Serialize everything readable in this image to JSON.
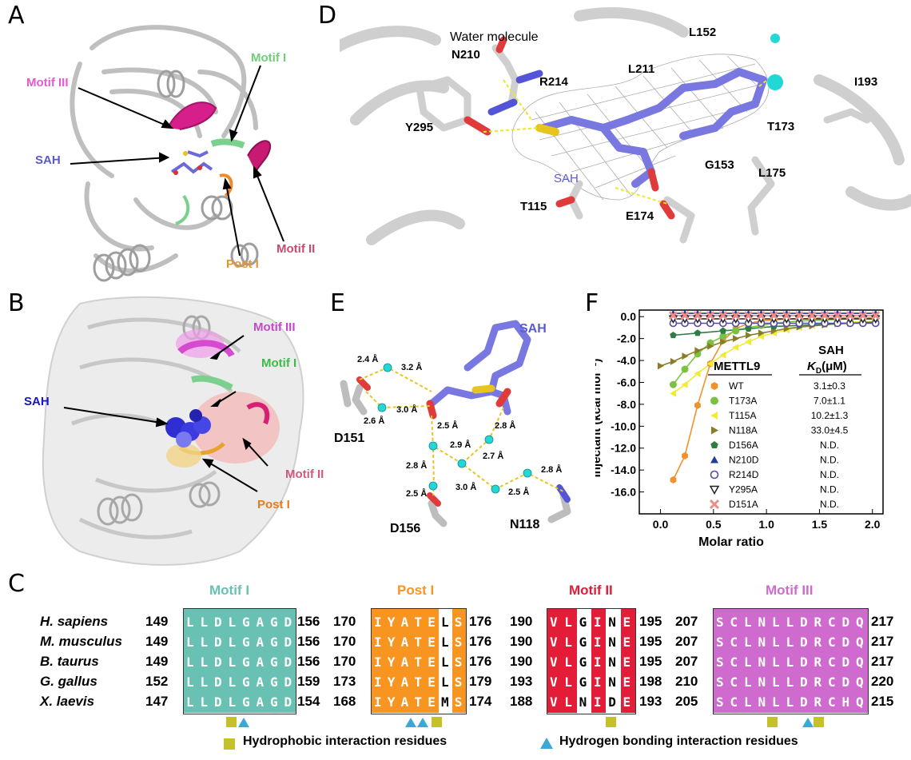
{
  "panels": {
    "a": "A",
    "b": "B",
    "c": "C",
    "d": "D",
    "e": "E",
    "f": "F"
  },
  "panelA": {
    "motif3": "Motif III",
    "motif1": "Motif I",
    "sah": "SAH",
    "motif2": "Motif II",
    "post1": "Post I"
  },
  "panelB": {
    "motif3": "Motif III",
    "motif1": "Motif I",
    "sah": "SAH",
    "motif2": "Motif II",
    "post1": "Post I"
  },
  "panelD": {
    "water": "Water molecule",
    "labels": {
      "n210": "N210",
      "l152": "L152",
      "r214": "R214",
      "l211": "L211",
      "y295": "Y295",
      "i193": "I193",
      "t173": "T173",
      "sah": "SAH",
      "g153": "G153",
      "l175": "L175",
      "t115": "T115",
      "e174": "E174"
    }
  },
  "panelE": {
    "sah": "SAH",
    "d151": "D151",
    "d156": "D156",
    "n118": "N118",
    "distances": {
      "d1": "2.4 Å",
      "d2": "3.2 Å",
      "d3": "3.0 Å",
      "d4": "2.6 Å",
      "d5": "2.5 Å",
      "d6": "2.8 Å",
      "d7": "2.9 Å",
      "d8": "2.7 Å",
      "d9": "2.8 Å",
      "d10": "2.5 Å",
      "d11": "3.0 Å",
      "d12": "2.5 Å",
      "d13": "2.8 Å"
    }
  },
  "panelF": {
    "ylabel": "Injectant (kcal mol⁻¹)",
    "xlabel": "Molar ratio",
    "legend_title_left": "METTL9",
    "legend_title_right_top": "SAH",
    "legend_title_right_k": "K",
    "legend_title_right_sub": "D",
    "legend_title_right_unit": "(μM)",
    "legend": [
      {
        "name": "WT",
        "value": "3.1±0.3",
        "color": "#f0922b",
        "marker": "hexagon"
      },
      {
        "name": "T173A",
        "value": "7.0±1.1",
        "color": "#7cc242",
        "marker": "circle"
      },
      {
        "name": "T115A",
        "value": "10.2±1.3",
        "color": "#f2ea3a",
        "marker": "triangle-left"
      },
      {
        "name": "N118A",
        "value": "33.0±4.5",
        "color": "#8a7d2a",
        "marker": "triangle-right"
      },
      {
        "name": "D156A",
        "value": "N.D.",
        "color": "#2e7d46",
        "marker": "pentagon"
      },
      {
        "name": "N210D",
        "value": "N.D.",
        "color": "#1f3d99",
        "marker": "triangle-up"
      },
      {
        "name": "R214D",
        "value": "N.D.",
        "color": "#5a4a9c",
        "marker": "open-circle"
      },
      {
        "name": "Y295A",
        "value": "N.D.",
        "color": "#222222",
        "marker": "open-triangle-down"
      },
      {
        "name": "D151A",
        "value": "N.D.",
        "color": "#e88f8a",
        "marker": "x"
      }
    ]
  },
  "chart_data": {
    "type": "scatter",
    "xlabel": "Molar ratio",
    "ylabel": "Injectant (kcal mol⁻¹)",
    "xlim": [
      -0.2,
      2.1
    ],
    "ylim": [
      -18,
      0.6
    ],
    "xticks": [
      "0.0",
      "0.5",
      "1.0",
      "1.5",
      "2.0"
    ],
    "yticks": [
      "0.0",
      "-2.0",
      "-4.0",
      "-6.0",
      "-8.0",
      "-10.0",
      "-12.0",
      "-14.0",
      "-16.0"
    ],
    "series": [
      {
        "name": "WT",
        "color": "#f0922b",
        "x": [
          0.12,
          0.23,
          0.35,
          0.47,
          0.59,
          0.71,
          0.83,
          0.95,
          1.07,
          1.19,
          1.31,
          1.43,
          1.55,
          1.67,
          1.79,
          1.91,
          2.03
        ],
        "y": [
          -14.9,
          -12.7,
          -8.1,
          -4.3,
          -2.2,
          -1.1,
          -0.6,
          -0.4,
          -0.3,
          -0.2,
          -0.2,
          -0.15,
          -0.1,
          -0.1,
          -0.1,
          -0.1,
          -0.1
        ]
      },
      {
        "name": "T173A",
        "color": "#7cc242",
        "x": [
          0.12,
          0.23,
          0.35,
          0.47,
          0.59,
          0.71,
          0.83,
          0.95,
          1.07,
          1.19,
          1.31,
          1.43,
          1.55,
          1.67,
          1.79,
          1.91,
          2.03
        ],
        "y": [
          -6.2,
          -4.8,
          -3.4,
          -2.4,
          -1.8,
          -1.3,
          -1.0,
          -0.8,
          -0.6,
          -0.5,
          -0.4,
          -0.35,
          -0.3,
          -0.25,
          -0.2,
          -0.2,
          -0.2
        ]
      },
      {
        "name": "T115A",
        "color": "#f2ea3a",
        "x": [
          0.12,
          0.23,
          0.35,
          0.47,
          0.59,
          0.71,
          0.83,
          0.95,
          1.07,
          1.19,
          1.31,
          1.43,
          1.55,
          1.67,
          1.79,
          1.91,
          2.03
        ],
        "y": [
          -7.0,
          -6.2,
          -5.2,
          -4.3,
          -3.5,
          -2.8,
          -2.3,
          -1.8,
          -1.5,
          -1.2,
          -1.0,
          -0.8,
          -0.7,
          -0.6,
          -0.5,
          -0.45,
          -0.4
        ]
      },
      {
        "name": "N118A",
        "color": "#8a7d2a",
        "x": [
          0.0,
          0.12,
          0.23,
          0.35,
          0.47,
          0.59,
          0.71,
          0.83,
          0.95,
          1.07,
          1.19,
          1.31,
          1.43,
          1.55,
          1.67,
          1.79,
          1.91,
          2.03
        ],
        "y": [
          -4.5,
          -4.1,
          -3.6,
          -3.1,
          -2.7,
          -2.3,
          -2.0,
          -1.7,
          -1.5,
          -1.3,
          -1.1,
          -0.95,
          -0.85,
          -0.75,
          -0.65,
          -0.6,
          -0.55,
          -0.5
        ]
      },
      {
        "name": "D156A",
        "color": "#2e7d46",
        "x": [
          0.12,
          0.35,
          0.59,
          0.83,
          1.07,
          1.31,
          1.55,
          1.79,
          2.03
        ],
        "y": [
          -1.7,
          -1.5,
          -1.3,
          -1.1,
          -0.9,
          -0.8,
          -0.7,
          -0.6,
          -0.5
        ]
      },
      {
        "name": "N210D",
        "color": "#1f3d99",
        "x": [
          0.12,
          0.23,
          0.35,
          0.47,
          0.59,
          0.71,
          0.83,
          0.95,
          1.07,
          1.19,
          1.31,
          1.43,
          1.55,
          1.67,
          1.79,
          1.91,
          2.03
        ],
        "y": [
          0.3,
          0.3,
          0.3,
          0.3,
          0.3,
          0.3,
          0.3,
          0.3,
          0.3,
          0.3,
          0.3,
          0.3,
          0.3,
          0.3,
          0.3,
          0.3,
          0.3
        ]
      },
      {
        "name": "R214D",
        "color": "#5a4a9c",
        "x": [
          0.12,
          0.23,
          0.35,
          0.47,
          0.59,
          0.71,
          0.83,
          0.95,
          1.07,
          1.19,
          1.31,
          1.43,
          1.55,
          1.67,
          1.79,
          1.91,
          2.03
        ],
        "y": [
          -0.6,
          -0.6,
          -0.6,
          -0.6,
          -0.6,
          -0.6,
          -0.6,
          -0.6,
          -0.6,
          -0.6,
          -0.6,
          -0.6,
          -0.6,
          -0.6,
          -0.6,
          -0.6,
          -0.6
        ]
      },
      {
        "name": "Y295A",
        "color": "#222222",
        "x": [
          0.12,
          0.23,
          0.35,
          0.47,
          0.59,
          0.71,
          0.83,
          0.95,
          1.07,
          1.19,
          1.31,
          1.43,
          1.55,
          1.67,
          1.79,
          1.91,
          2.03
        ],
        "y": [
          -0.2,
          -0.2,
          -0.2,
          -0.2,
          -0.2,
          -0.2,
          -0.2,
          -0.2,
          -0.2,
          -0.2,
          -0.2,
          -0.2,
          -0.2,
          -0.2,
          -0.2,
          -0.2,
          -0.2
        ]
      },
      {
        "name": "D151A",
        "color": "#e88f8a",
        "x": [
          0.12,
          0.23,
          0.35,
          0.47,
          0.59,
          0.71,
          0.83,
          0.95,
          1.07,
          1.19,
          1.31,
          1.43,
          1.55,
          1.67,
          1.79,
          1.91,
          2.03
        ],
        "y": [
          0.1,
          0.1,
          0.1,
          0.1,
          0.1,
          0.1,
          0.1,
          0.1,
          0.1,
          0.1,
          0.1,
          0.1,
          0.1,
          0.1,
          0.1,
          0.1,
          0.1
        ]
      }
    ]
  },
  "panelC": {
    "species": [
      "H. sapiens",
      "M. musculus",
      "B. taurus",
      "G. gallus",
      "X. laevis"
    ],
    "motifs": [
      {
        "title": "Motif I",
        "color": "#69c1b3",
        "start": [
          "149",
          "149",
          "149",
          "152",
          "147"
        ],
        "end": [
          "156",
          "156",
          "156",
          "159",
          "154"
        ],
        "seq": [
          "LLDLGAGD",
          "LLDLGAGD",
          "LLDLGAGD",
          "LLDLGAGD",
          "LLDLGAGD"
        ]
      },
      {
        "title": "Post I",
        "color": "#f79520",
        "start": [
          "170",
          "170",
          "170",
          "173",
          "168"
        ],
        "end": [
          "176",
          "176",
          "176",
          "179",
          "174"
        ],
        "seq": [
          "IYATELS",
          "IYATELS",
          "IYATELS",
          "IYATELS",
          "IYATEMS"
        ]
      },
      {
        "title": "Motif II",
        "color": "#e31c38",
        "start": [
          "190",
          "190",
          "190",
          "193",
          "188"
        ],
        "end": [
          "195",
          "195",
          "195",
          "198",
          "193"
        ],
        "seq": [
          "VLGINE",
          "VLGINE",
          "VLGINE",
          "VLGINE",
          "VLNIDE"
        ]
      },
      {
        "title": "Motif III",
        "color": "#cf6bcf",
        "start": [
          "207",
          "207",
          "207",
          "210",
          "205"
        ],
        "end": [
          "217",
          "217",
          "217",
          "220",
          "215"
        ],
        "seq": [
          "SCLNLLDRCDQ",
          "SCLNLLDRCDQ",
          "SCLNLLDRCDQ",
          "SCLNLLDRCDQ",
          "SCLNLLDRCHQ"
        ]
      }
    ],
    "legend_hydrophobic": "Hydrophobic interaction residues",
    "legend_hbond": "Hydrogen bonding interaction residues"
  }
}
